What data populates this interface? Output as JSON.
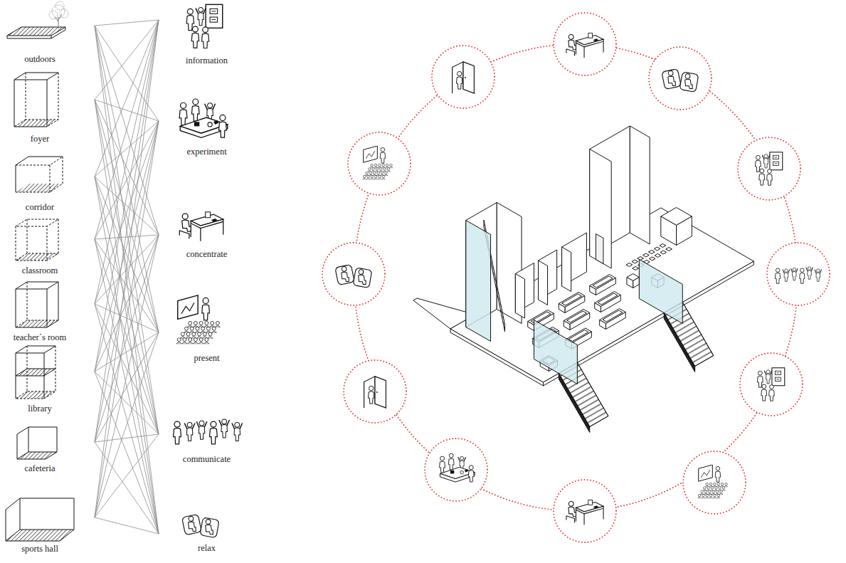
{
  "diagram": {
    "nodes": [
      {
        "text": [
          "outdoors"
        ]
      },
      {
        "text": [
          "foyer"
        ]
      },
      {
        "text": [
          "corridor"
        ]
      },
      {
        "text": [
          "classroom"
        ]
      },
      {
        "text": [
          "teacher´s room"
        ]
      },
      {
        "text": [
          "library"
        ]
      },
      {
        "text": [
          "cafeteria"
        ]
      },
      {
        "text": [
          "sports hall"
        ]
      },
      {
        "text": [
          "information"
        ]
      },
      {
        "text": [
          "experiment"
        ]
      },
      {
        "text": [
          "concentrate"
        ]
      },
      {
        "text": [
          "present"
        ]
      },
      {
        "text": [
          "communicate"
        ]
      },
      {
        "text": [
          "relax"
        ]
      }
    ],
    "edges": [
      {
        "from": 0,
        "to": 8,
        "arrow": "none"
      },
      {
        "from": 0,
        "to": 9,
        "arrow": "none"
      },
      {
        "from": 0,
        "to": 10,
        "arrow": "none"
      },
      {
        "from": 0,
        "to": 11,
        "arrow": "none"
      },
      {
        "from": 0,
        "to": 12,
        "arrow": "none"
      },
      {
        "from": 0,
        "to": 13,
        "arrow": "none"
      },
      {
        "from": 1,
        "to": 8,
        "arrow": "none"
      },
      {
        "from": 1,
        "to": 9,
        "arrow": "none"
      },
      {
        "from": 1,
        "to": 10,
        "arrow": "none"
      },
      {
        "from": 1,
        "to": 11,
        "arrow": "none"
      },
      {
        "from": 1,
        "to": 12,
        "arrow": "none"
      },
      {
        "from": 1,
        "to": 13,
        "arrow": "none"
      },
      {
        "from": 2,
        "to": 8,
        "arrow": "none"
      },
      {
        "from": 2,
        "to": 9,
        "arrow": "none"
      },
      {
        "from": 2,
        "to": 10,
        "arrow": "none"
      },
      {
        "from": 2,
        "to": 11,
        "arrow": "none"
      },
      {
        "from": 2,
        "to": 12,
        "arrow": "none"
      },
      {
        "from": 2,
        "to": 13,
        "arrow": "none"
      },
      {
        "from": 3,
        "to": 8,
        "arrow": "none"
      },
      {
        "from": 3,
        "to": 9,
        "arrow": "none"
      },
      {
        "from": 3,
        "to": 10,
        "arrow": "none"
      },
      {
        "from": 3,
        "to": 11,
        "arrow": "none"
      },
      {
        "from": 3,
        "to": 12,
        "arrow": "none"
      },
      {
        "from": 3,
        "to": 13,
        "arrow": "none"
      },
      {
        "from": 4,
        "to": 8,
        "arrow": "none"
      },
      {
        "from": 4,
        "to": 9,
        "arrow": "none"
      },
      {
        "from": 4,
        "to": 10,
        "arrow": "none"
      },
      {
        "from": 4,
        "to": 11,
        "arrow": "none"
      },
      {
        "from": 4,
        "to": 12,
        "arrow": "none"
      },
      {
        "from": 4,
        "to": 13,
        "arrow": "none"
      },
      {
        "from": 5,
        "to": 8,
        "arrow": "none"
      },
      {
        "from": 5,
        "to": 9,
        "arrow": "none"
      },
      {
        "from": 5,
        "to": 10,
        "arrow": "none"
      },
      {
        "from": 5,
        "to": 11,
        "arrow": "none"
      },
      {
        "from": 5,
        "to": 12,
        "arrow": "none"
      },
      {
        "from": 5,
        "to": 13,
        "arrow": "none"
      },
      {
        "from": 6,
        "to": 8,
        "arrow": "none"
      },
      {
        "from": 6,
        "to": 9,
        "arrow": "none"
      },
      {
        "from": 6,
        "to": 10,
        "arrow": "none"
      },
      {
        "from": 6,
        "to": 11,
        "arrow": "none"
      },
      {
        "from": 6,
        "to": 12,
        "arrow": "none"
      },
      {
        "from": 6,
        "to": 13,
        "arrow": "none"
      },
      {
        "from": 7,
        "to": 8,
        "arrow": "none"
      },
      {
        "from": 7,
        "to": 9,
        "arrow": "none"
      },
      {
        "from": 7,
        "to": 10,
        "arrow": "none"
      },
      {
        "from": 7,
        "to": 11,
        "arrow": "none"
      },
      {
        "from": 7,
        "to": 12,
        "arrow": "none"
      },
      {
        "from": 7,
        "to": 13,
        "arrow": "none"
      }
    ]
  }
}
